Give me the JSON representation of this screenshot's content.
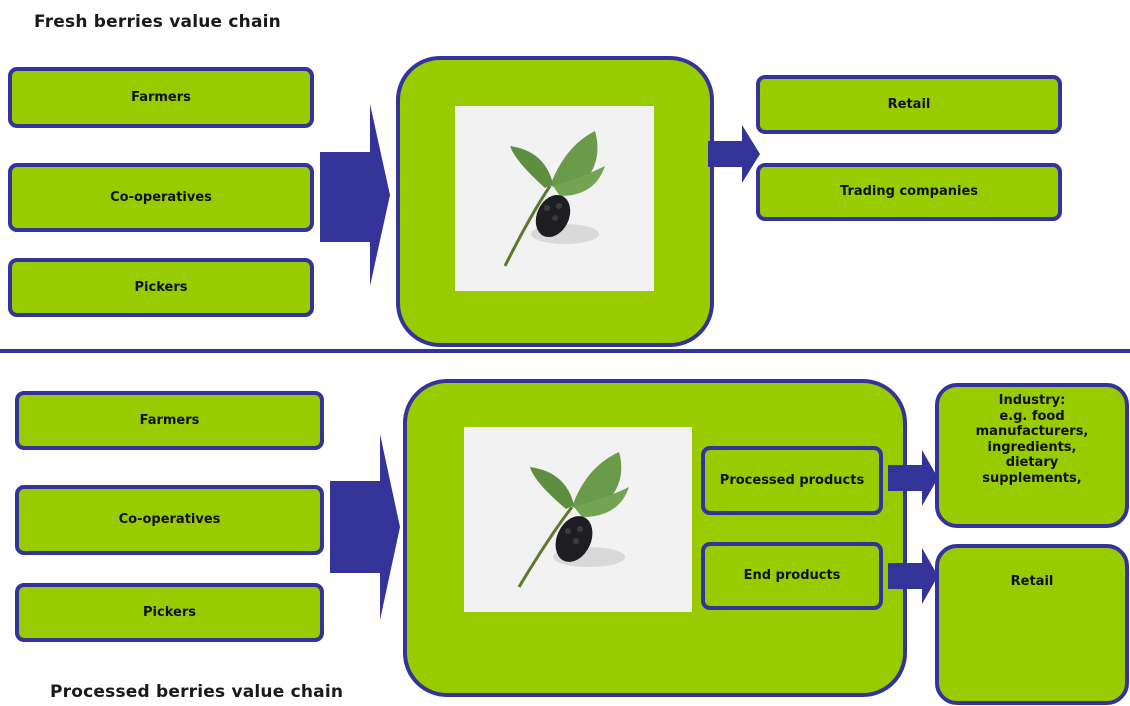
{
  "fresh": {
    "title": "Fresh berries value chain",
    "suppliers": [
      "Farmers",
      "Co-operatives",
      "Pickers"
    ],
    "buyers": [
      "Retail",
      "Trading companies"
    ]
  },
  "processed": {
    "title": "Processed berries value chain",
    "suppliers": [
      "Farmers",
      "Co-operatives",
      "Pickers"
    ],
    "products": [
      "Processed products",
      "End products"
    ],
    "industry": [
      "Industry:",
      "e.g. food",
      "manufacturers,",
      "ingredients,",
      "dietary",
      "supplements,"
    ],
    "retail": "Retail"
  },
  "colors": {
    "box_fill": "#99cc00",
    "border": "#333399",
    "arrow": "#333399"
  },
  "images": {
    "berry_image": "mulberry-with-leaves"
  }
}
